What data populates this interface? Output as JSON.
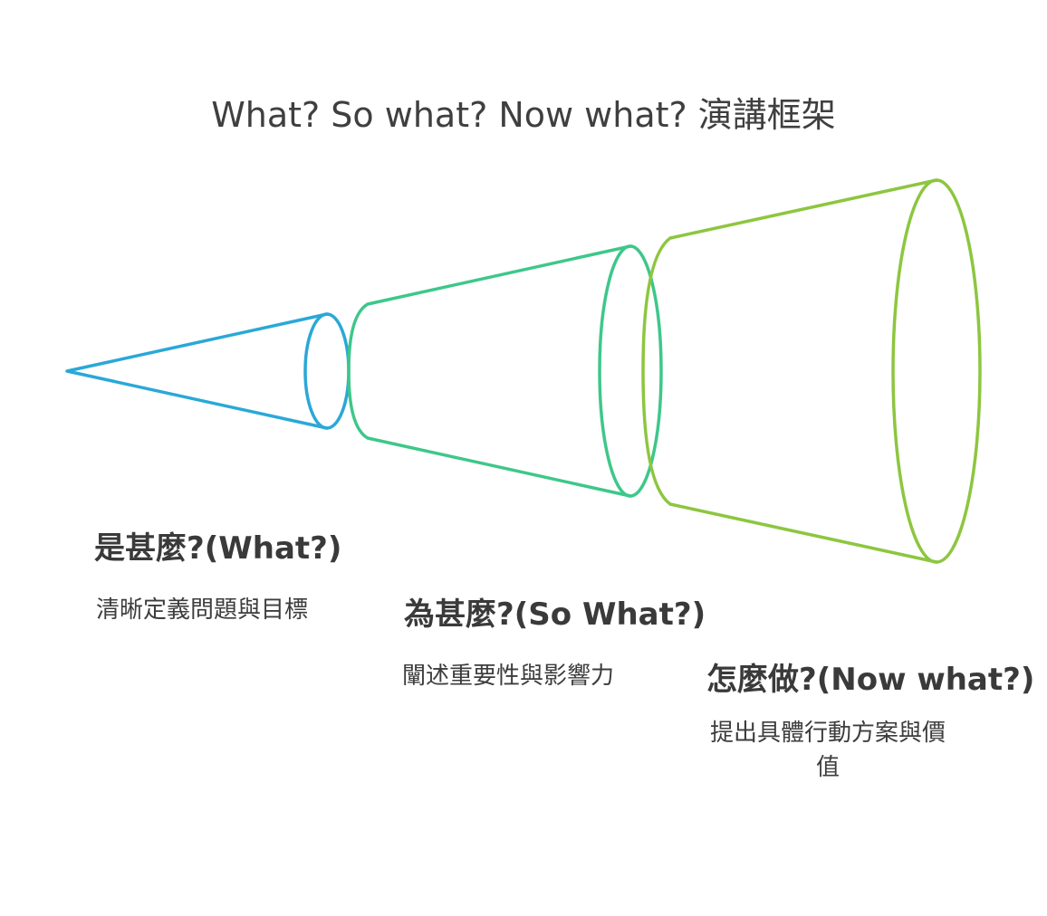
{
  "title": "What? So what? Now what? 演講框架",
  "colors": {
    "stage1": "#2aa8d8",
    "stage2": "#3ec78a",
    "stage3": "#8dc63f",
    "text": "#3a3a3a"
  },
  "stages": [
    {
      "title": "是甚麼?(What?)",
      "description": "清晰定義問題與目標"
    },
    {
      "title": "為甚麼?(So What?)",
      "description": "闡述重要性與影響力"
    },
    {
      "title": "怎麼做?(Now what?)",
      "description": "提出具體行動方案與價值"
    }
  ]
}
